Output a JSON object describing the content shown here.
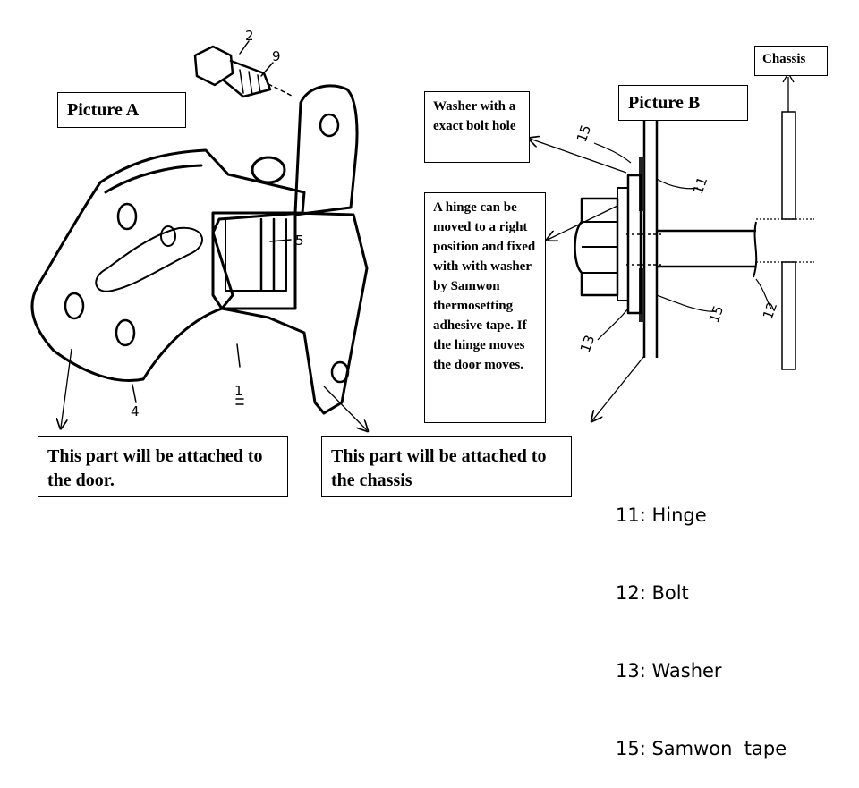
{
  "picture_a": {
    "title": "Picture A",
    "part_numbers": [
      "2",
      "9",
      "5",
      "4",
      "1"
    ]
  },
  "picture_b": {
    "title": "Picture B",
    "part_numbers": [
      "15",
      "11",
      "12",
      "15",
      "13"
    ]
  },
  "chassis_label": "Chassis",
  "washer_note": "Washer with a exact bolt hole",
  "hinge_note": "A hinge can be moved to a right position and fixed with with washer by Samwon thermosetting adhesive tape. If the hinge moves the door moves.",
  "door_note": "This part will be attached to the door.",
  "chassis_note": "This part will be attached to the chassis",
  "legend": [
    "11: Hinge",
    "12: Bolt",
    "13: Washer",
    "15: Samwon  tape"
  ]
}
